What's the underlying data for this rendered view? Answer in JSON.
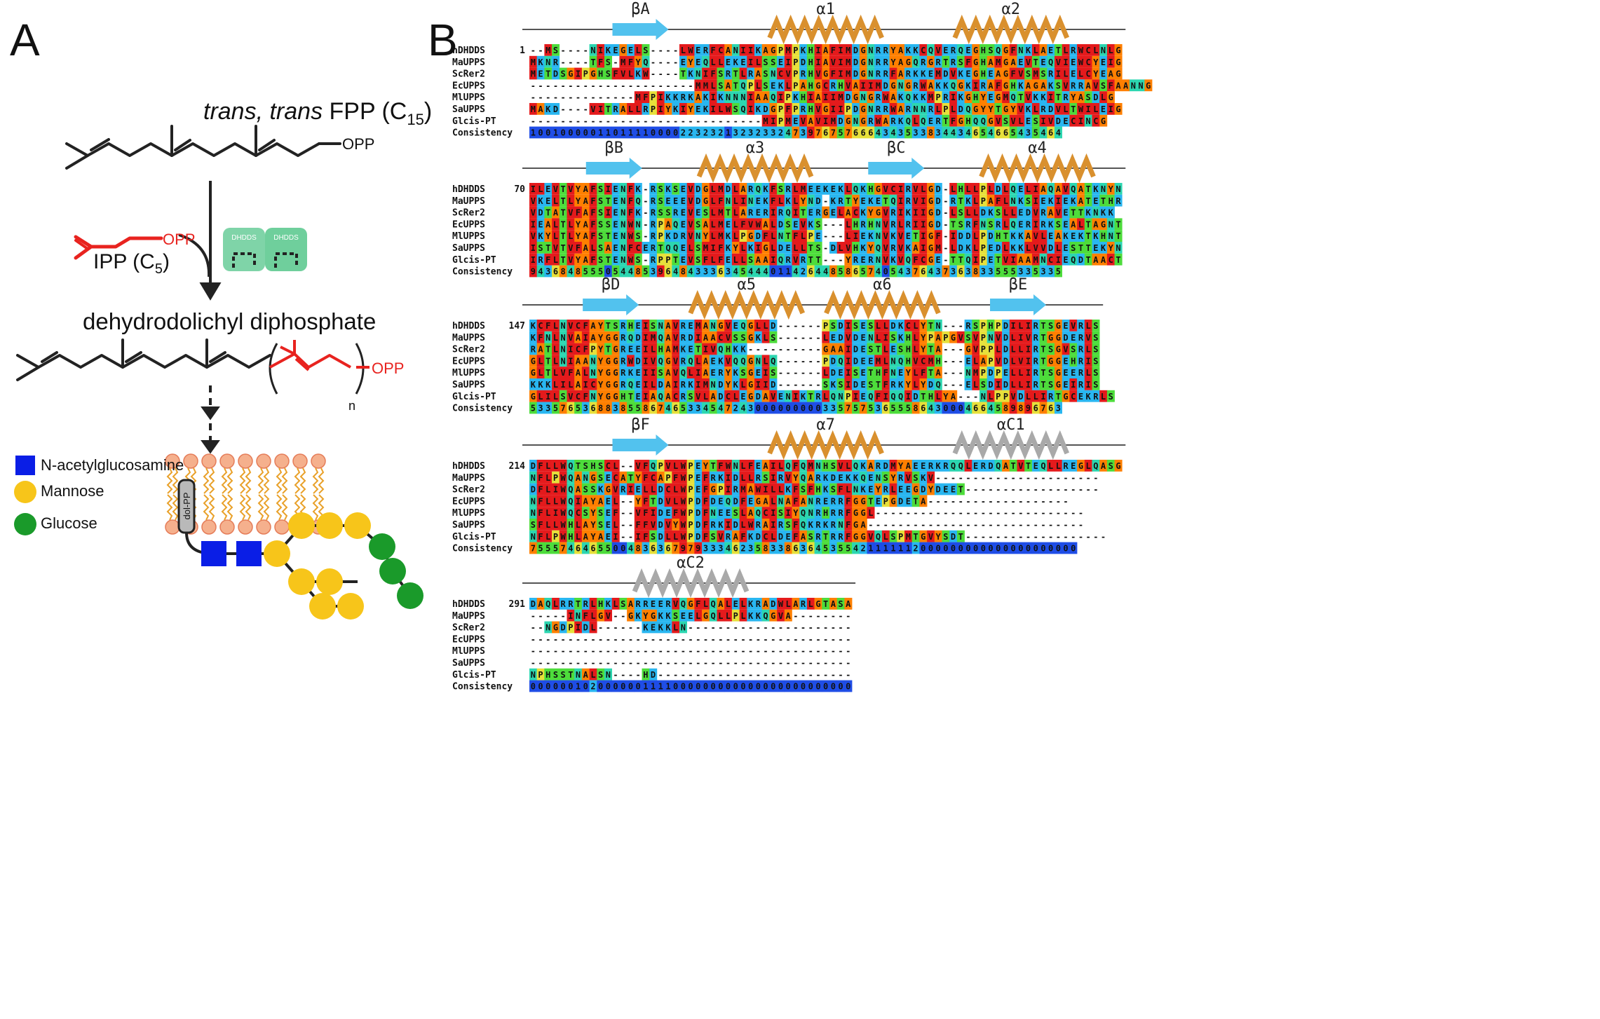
{
  "panel_a": {
    "letter": "A",
    "fpp_label_italic": "trans, trans",
    "fpp_label_rest": " FPP (C",
    "fpp_sub": "15",
    "fpp_close": ")",
    "fpp_opp": "OPP",
    "ipp_label": "IPP (C",
    "ipp_sub": "5",
    "ipp_close": ")",
    "ipp_opp": "OPP",
    "enzyme_label_1": "DHDDS",
    "enzyme_label_2": "DHDDS",
    "product_label": "dehydrodolichyl diphosphate",
    "product_opp": "OPP",
    "product_n": "n",
    "dol_pp": "dol-PP",
    "legend": [
      {
        "label": "N-acetylglucosamine",
        "color": "#0a1ee6",
        "shape": "square"
      },
      {
        "label": "Mannose",
        "color": "#f7c51a",
        "shape": "circle"
      },
      {
        "label": "Glucose",
        "color": "#1a9a2a",
        "shape": "circle"
      }
    ],
    "colors": {
      "ipp": "#e8231f",
      "enzyme": "#6fcf9c",
      "membrane_head": "#f5b08d",
      "membrane_tail": "#e9a12a"
    }
  },
  "panel_b": {
    "letter": "B",
    "species": [
      "hDHDDS",
      "MaUPPS",
      "ScRer2",
      "EcUPPS",
      "MlUPPS",
      "SaUPPS",
      "Glcis-PT",
      "Consistency"
    ],
    "blocks": [
      {
        "start": "1",
        "ss_labels": [
          "βA",
          "α1",
          "α2"
        ],
        "rows": [
          "--MS----NIKEGELS----LWERFCANIIKAGPMPKHIAFIMDGNRRYAKKCQVERQEGHSQGFNKLAETLRWCLNLG",
          "MKNR----TFS-MFYQ----EYEQLLEKEILSSEIPDHIAVIMDGNRRYAGQRGRTRSFGHAMGAEVTEQVIEWCYEIG",
          "METDSGIPGHSFVLKW----TKNIFSRTLRASNCVPRHVGFIMDGNRRFARKKEMDVKEGHEAGFVSMSRILELCYEAG",
          "----------------------MMLSATQPLSEKLPAHGCRHVAIIMDGNGRWAKKQGKIRAFGHKAGAKSVRRAVSFAANNG",
          "--------------MFPIKKRKAKIKNNNIAAQIPKHIAIIMDGNGRWAKQKKMPRIKGHYEGMQTVKKITRYASDLG",
          "MAKD----VITRALLRPIYKIYEKILWSQIKDGPFPRHVGIIPDGNRRWARNNRLPLDQGYYTGYVKLRDVLTWILEIG",
          "-------------------------------MIPMEVAVIMDGNGRWARKQLQERTFGHQQGVSVLESIVDECINCG",
          "10010000011011110000223232132323324739767576664343533834434654665435464"
        ]
      },
      {
        "start": "70",
        "ss_labels": [
          "βB",
          "α3",
          "βC",
          "α4"
        ],
        "rows": [
          "ILEVTVYAFSIENFK-RSKSEVDGLMDLARQKFSRLMEEKEKLQKHGVCIRVLGD-LHLLPLDLQELIAQAVQATKNYN",
          "VKELTLYAFSTENFQ-RSEEEVDGLFNLINEKFLKLYND-KRTYEKETQIRVIGD-RTKLPAFLNKSIEKIEKATETHR",
          "VDTATVFAFSIENFK-RSSREVESLMTLARERIRQITERGELACKYGVRIKIIGD-LSLLDKSLLEDVRAVETTKNKK",
          "IEALTLYAFSSENWN-RPAQEVSALMELFVWALDSEVKS---LHRHNVRLRIIGD-TSRFNSRLQERIRKSEALTAGNT",
          "VKYLTLYAFSTENWS-RPKDRVNYLMKLPGDFLNTFLPE---LIEKNVKVETIGF-IDDLPDHTKKAVLEAKEKTKHNT",
          "ISTVTVFALSAENFCERTQQELSMIFKYLKIGLDELLTS-DLVHKYQVRVKAIGM-LDKLPEDLKKLVVDLESTTEKYN",
          "IRFLTVYAFSTENWS-RPPTEVSFLFELLSAAIQRVRTT---YRERNVKVQFCGE-TTQIPETVIAAMNCIEQDTAACT",
          "94368485550544853964843336345444011426448586574054376437363833555335335"
        ]
      },
      {
        "start": "147",
        "ss_labels": [
          "βD",
          "α5",
          "α6",
          "βE"
        ],
        "rows": [
          "KCFLNVCFAYTSRHEISNAVREMANGVEQGLLD------PSDISESLLDKCLYTN---RSPHPDILIRTSGEVRLS",
          "KFNLNVAIAYGGRQDIMQAVRDIAACVSSGKLS------LEDVDENLISKHLYPAPGVSVPNVDLIVRTGGDERVS",
          "RATLNICFPYTGREEILHAMKETIVQHKK----------GAAIDESTLESHLYTA---GVPPLDLLIRTSGVSRLS",
          "GLTLNIAANYGGRWDIVQGVRQLAEKVQQGNLQ------PDQIDEEMLNQHVCMH---ELAPVDLVIRTGGEHRIS",
          "GLTLVFALNYGGRKEIISAVQLIAERYKSGEIS------LDEISETHFNEYLFTA---NMPDPELLIRTSGEERLS",
          "KKKLILAICYGGRQEILDAIRKIMNDYKLGIID------SKSIDESTFRKYLYDQ---ELSDIDLLIRTSGEIRIS",
          "GLILSVCFNYGGHTEIAQACRSVLADCLEGDAVENIKTRLQNPIEQFIQQIDTHLYA---NLPPVDLLIRTGCEKRLS",
          "53357653688385586746533454724300000000033575753655586430004664589896763"
        ]
      },
      {
        "start": "214",
        "ss_labels": [
          "βF",
          "α7",
          "αC1"
        ],
        "rows": [
          "DFLLWQTSHSCL--VFQPVLWPEYTFWNLFEAILQFQMNHSVLQKARDMYAEERKRQQLERDQATVTEQLLREGLQASG",
          "NFLPWQANGSECATYFCAPFWPEFRKIDLLRSIRVYQARKDEKKQENSYRVSKV----------------------",
          "DFLIWQASSKGVRIELLDCLWPEFGPIRMAWILLKFSFHKSFLNKEYRLEEGDYDEET------------------",
          "NFLLWQIAYAEL--YFTDVLWPDFDEQDFEGALNAFANRERRFGGTEPGDETA-------------------",
          "NFLIWQCSYSEF--VFIDEFWPDFNEESLAQCISIYQNRHRRFGGL----------------------------",
          "SFLLWHLAYSEL--FFVDVYWPDFRKIDLWRAIRSFQKRKRNFGA-----------------------------",
          "NFLPWHLAYAEI--IFSDLLWPDFSVRAFKDCLDEFASRTRRFGGVQLSPMTGVYSDT-------------------",
          "7555746465500483636797933346235833863645355421111112000000000000000000000"
        ]
      },
      {
        "start": "291",
        "ss_labels": [
          "αC2"
        ],
        "rows": [
          "DAQLRRTRLHKLSARREERVQGFLQALELKRADWLARLGTASA",
          "-----INFLGV--GKYGKKSEELGQLLPLKKQGVA--------",
          "--NGDPIDL------KEKKLN----------------------",
          "-------------------------------------------",
          "-------------------------------------------",
          "-------------------------------------------",
          "NPHSSTNALSN----HD--------------------------",
          "0000001020000001111000000000000000000000000"
        ]
      }
    ],
    "residue_colors": {
      "hydrophobic_red": "#e41a1c",
      "orange": "#ff7f00",
      "yellow": "#e7e03a",
      "green": "#4ddc3b",
      "teal": "#2cd6b0",
      "cyan": "#29b6f0",
      "blue": "#1f4de6",
      "white": "#ffffff"
    },
    "ss_colors": {
      "helix": "#d9902e",
      "helix_light": "#e8b872",
      "strand": "#52c2ee",
      "helix_red": "#d03040",
      "helix_green": "#2e8b2e",
      "helix_gray": "#a9a9a9"
    }
  }
}
